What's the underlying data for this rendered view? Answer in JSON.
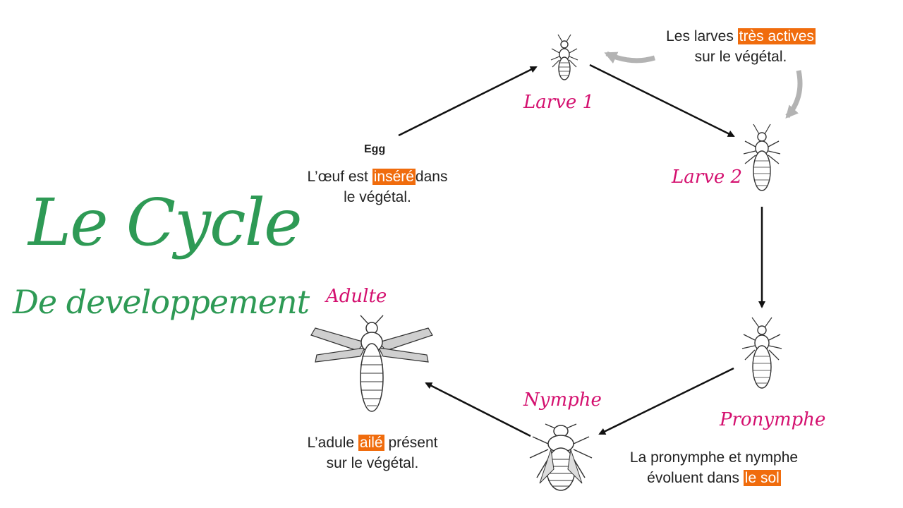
{
  "title": {
    "main": "Le Cycle",
    "sub": "De developpement"
  },
  "stages": {
    "larve1": "Larve 1",
    "larve2": "Larve 2",
    "pronymphe": "Pronymphe",
    "nymphe": "Nymphe",
    "adulte": "Adulte",
    "egg": "Egg"
  },
  "descriptions": {
    "larves": {
      "pre": "Les larves ",
      "hl": "très actives",
      "line2": "sur le végétal."
    },
    "oeuf": {
      "pre": "L’œuf  est ",
      "hl": "inséré",
      "post": "dans",
      "line2": "le végétal."
    },
    "adulte": {
      "pre": "L’adule ",
      "hl": "ailé",
      "post": " présent",
      "line2": "sur le végétal."
    },
    "sol": {
      "line1": "La pronymphe et nymphe",
      "pre": "évoluent dans ",
      "hl": "le sol"
    }
  },
  "colors": {
    "title": "#2e9a55",
    "stage": "#d4106f",
    "highlight": "#f06c0d"
  }
}
